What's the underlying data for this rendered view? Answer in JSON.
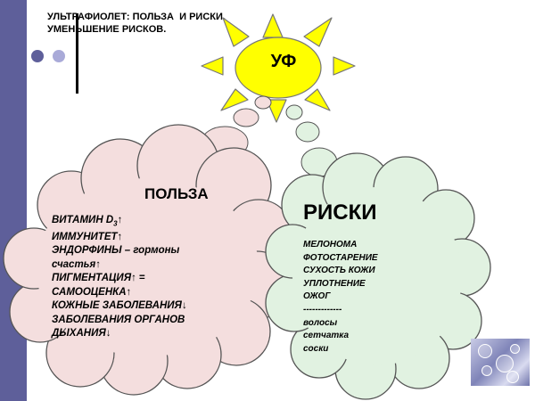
{
  "slide_title": "УЛЬТРАФИОЛЕТ: ПОЛЬЗА  И РИСКИ.\nУМЕНЬШЕНИЕ РИСКОВ.",
  "sun_label": "УФ",
  "benefits": {
    "title": "ПОЛЬЗА",
    "vitamin": "ВИТАМИН D",
    "vitamin_sub": "3",
    "vitamin_arrow": "↑",
    "immunity": "ИММУНИТЕТ",
    "immunity_arrow": "↑",
    "endorphins": "ЭНДОРФИНЫ",
    "endorphins_rest": " – гормоны",
    "happiness": "счастья",
    "happiness_arrow": "↑",
    "pigmentation": "ПИГМЕНТАЦИЯ",
    "pigmentation_rest": "↑ =",
    "selfesteem": "САМООЦЕНКА",
    "selfesteem_arrow": "↑",
    "skin": "КОЖНЫЕ ЗАБОЛЕВАНИЯ",
    "skin_arrow": "↓",
    "organs_1": "ЗАБОЛЕВАНИЯ ОРГАНОВ",
    "organs_2": "ДЫХАНИЯ",
    "organs_arrow": "↓"
  },
  "risks": {
    "title": "РИСКИ",
    "items": [
      "МЕЛОНОМА",
      "ФОТОСТАРЕНИЕ",
      "СУХОСТЬ КОЖИ",
      "УПЛОТНЕНИЕ",
      "ОЖОГ",
      "-------------",
      "волосы",
      "сетчатка",
      "соски"
    ]
  },
  "colors": {
    "sidebar": "#5e5f9a",
    "sun": "#ffff00",
    "benefits_cloud": "#f4dede",
    "risks_cloud": "#e1f2e1",
    "outline": "#555555"
  }
}
